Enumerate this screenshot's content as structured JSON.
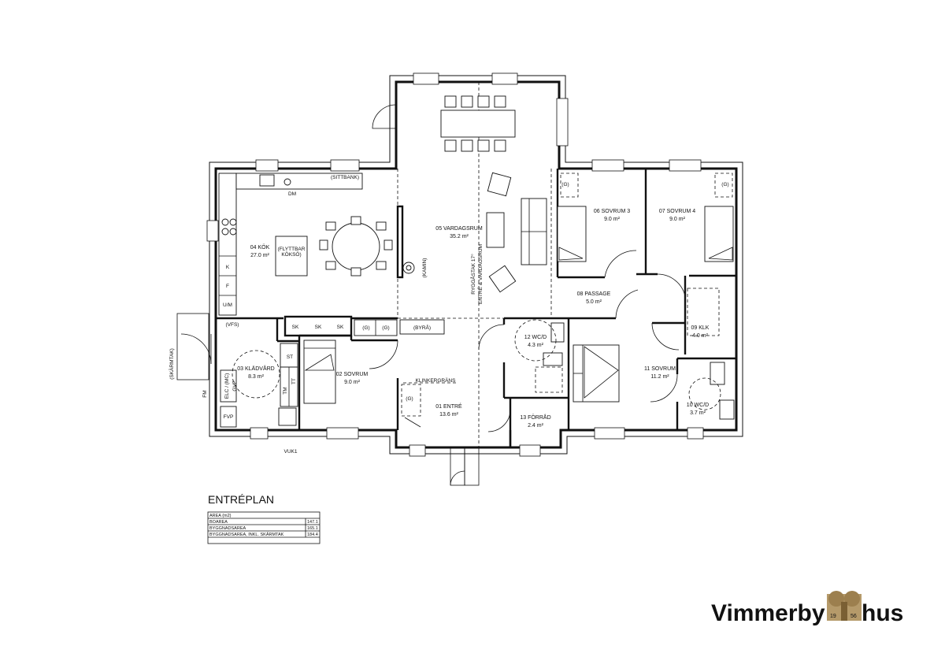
{
  "plan": {
    "title": "ENTRÉPLAN",
    "rooms": [
      {
        "id": "01",
        "name": "01 ENTRÉ",
        "area": "13.6 m²"
      },
      {
        "id": "02",
        "name": "02 SOVRUM",
        "area": "9.0 m²"
      },
      {
        "id": "03",
        "name": "03 KLÄDVÅRD",
        "area": "8.3 m²"
      },
      {
        "id": "04",
        "name": "04 KÖK",
        "area": "27.0 m²"
      },
      {
        "id": "05",
        "name": "05 VARDAGSRUM",
        "area": "35.2 m²"
      },
      {
        "id": "06",
        "name": "06 SOVRUM 3",
        "area": "9.0 m²"
      },
      {
        "id": "07",
        "name": "07 SOVRUM 4",
        "area": "9.0 m²"
      },
      {
        "id": "08",
        "name": "08 PASSAGE",
        "area": "5.0 m²"
      },
      {
        "id": "09",
        "name": "09 KLK",
        "area": "4.0 m²"
      },
      {
        "id": "10",
        "name": "10 WC/D",
        "area": "3.7 m²"
      },
      {
        "id": "11",
        "name": "11 SOVRUM",
        "area": "11.2 m²"
      },
      {
        "id": "12",
        "name": "12 WC/D",
        "area": "4.3 m²"
      },
      {
        "id": "13",
        "name": "13 FÖRRÅD",
        "area": "2.4 m²"
      }
    ],
    "labels": {
      "sittbank": "(SITTBANK)",
      "dm": "DM",
      "flyttbar_1": "(FLYTTBAR",
      "flyttbar_2": "KÖKSÖ)",
      "k": "K",
      "f": "F",
      "um": "U/M",
      "kamin": "(KAMIN)",
      "ryggas_1": "RYGGÅSTAK 17°",
      "ryggas_2": "ENTRÉ & VARDAGSRUM",
      "vfs": "(VFS)",
      "sk1": "SK",
      "sk2": "SK",
      "sk3": "SK",
      "g1": "(G)",
      "g2": "(G)",
      "g3": "(G)",
      "g4": "(G)",
      "g5": "(G)",
      "byra": "(BYRÅ)",
      "st": "ST",
      "tm": "TM",
      "tt": "TT",
      "elc": "ELC / (MC)",
      "gvf": "GVF",
      "fvp": "FVP",
      "fm": "FM",
      "skarmtak": "(SKÄRMTAK)",
      "vuk": "VUK1",
      "klinkergrans": "KLINKERGRÄNS"
    }
  },
  "area_table": {
    "header": "AREA (m2)",
    "rows": [
      {
        "label": "BOAREA",
        "value": "147.1"
      },
      {
        "label": "BYGGNADSAREA",
        "value": "165.1"
      },
      {
        "label": "BYGGNADSAREA, INKL. SKÄRMTAK",
        "value": "184.4"
      }
    ]
  },
  "brand": {
    "name_left": "Vimmerby",
    "name_right": "hus",
    "emblem_left": "19",
    "emblem_right": "56"
  }
}
